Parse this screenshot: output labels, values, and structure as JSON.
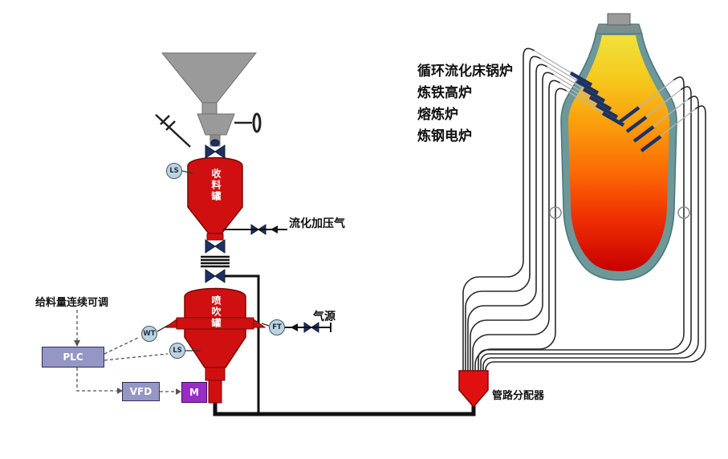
{
  "labels": {
    "feed_note": "给料量连续可调",
    "fluidization_gas": "流化加压气",
    "gas_source": "气源",
    "distributor": "管路分配器"
  },
  "vessels": {
    "receiving_tank": "收料罐",
    "injection_tank": "喷吹罐"
  },
  "instruments": {
    "ls_top": "LS",
    "wt": "WT",
    "ls_bottom": "LS",
    "ft": "FT"
  },
  "controls": {
    "plc": "PLC",
    "vfd": "VFD",
    "motor": "M"
  },
  "applications": [
    "循环流化床锅炉",
    "炼铁高炉",
    "熔炼炉",
    "炼钢电炉"
  ],
  "colors": {
    "vessel_red": "#d01010",
    "hopper_gray": "#9a9a9a",
    "valve_navy": "#1d3263",
    "control_box": "#9496c4",
    "motor_purple": "#9a2cc4",
    "furnace_shell": "#6c9899",
    "flame_top": "#efe23a",
    "flame_mid": "#fb6a04",
    "flame_bottom": "#c70000"
  }
}
